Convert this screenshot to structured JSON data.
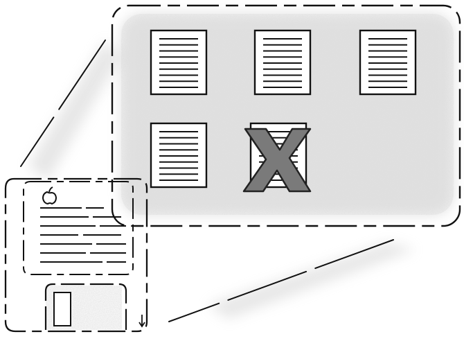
{
  "illustration": {
    "disk_icon": "apple-logo-icon",
    "delete_icon": "x-mark-icon",
    "colors": {
      "ink": "#111111",
      "shadow": "#b4b4b4",
      "x_fill": "#7a7a7a",
      "x_stroke": "#222222"
    },
    "documents": [
      {
        "name": "document-1",
        "deleted": false
      },
      {
        "name": "document-2",
        "deleted": false
      },
      {
        "name": "document-3",
        "deleted": false
      },
      {
        "name": "document-4",
        "deleted": false
      },
      {
        "name": "document-5",
        "deleted": true
      }
    ]
  }
}
